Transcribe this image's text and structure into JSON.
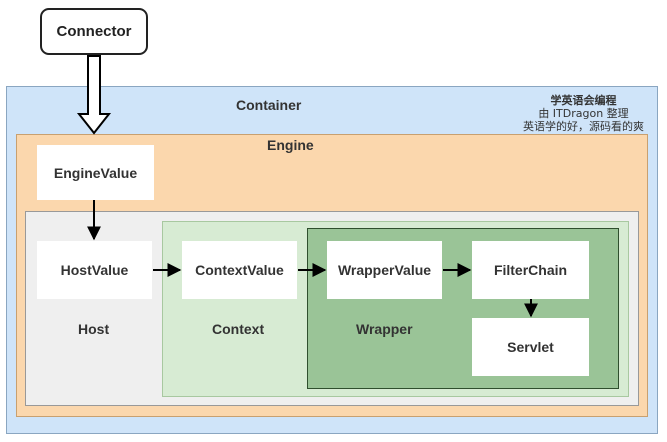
{
  "connector": {
    "label": "Connector"
  },
  "container": {
    "label": "Container"
  },
  "engine": {
    "label": "Engine",
    "valve": "EngineValue"
  },
  "host": {
    "label": "Host",
    "valve": "HostValue"
  },
  "context": {
    "label": "Context",
    "valve": "ContextValue"
  },
  "wrapper": {
    "label": "Wrapper",
    "valve": "WrapperValue",
    "filter_chain": "FilterChain",
    "servlet": "Servlet"
  },
  "note": {
    "line1": "学英语会编程",
    "line2": "由 ITDragon 整理",
    "line3": "英语学的好，源码看的爽"
  },
  "colors": {
    "container": "#cfe4f9",
    "engine": "#fbd7ad",
    "host": "#efefef",
    "context": "#d7ebd3",
    "wrapper": "#9ac497"
  }
}
